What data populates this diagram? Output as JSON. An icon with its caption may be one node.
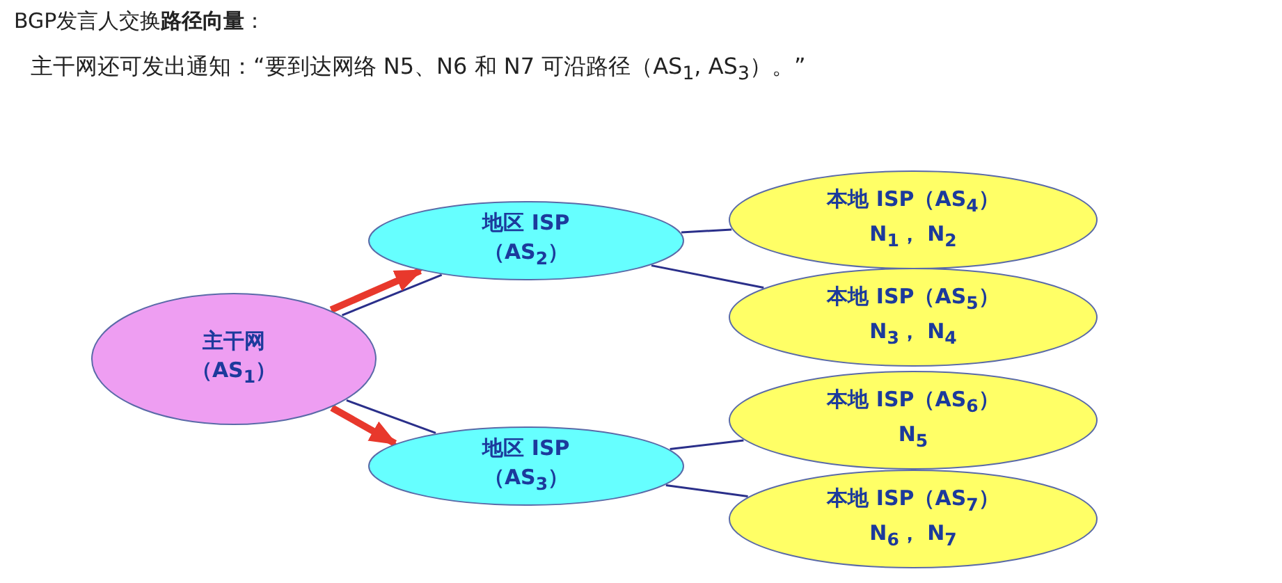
{
  "diagram": {
    "title": "BGP发言人交换**路径向量**：",
    "nodes": [
      {
        "text": [
          "主干网",
          "（AS$_{1}$）"
        ]
      },
      {
        "text": [
          "地区 ISP",
          "（AS$_{2}$）"
        ]
      },
      {
        "text": [
          "地区 ISP",
          "（AS$_{3}$）"
        ]
      },
      {
        "text": [
          "本地 ISP（AS$_{4}$）",
          "N$_{1}$， N$_{2}$"
        ]
      },
      {
        "text": [
          "本地 ISP（AS$_{5}$）",
          "N$_{3}$， N$_{4}$"
        ]
      },
      {
        "text": [
          "本地 ISP（AS$_{6}$）",
          "N$_{5}$"
        ]
      },
      {
        "text": [
          "本地 ISP（AS$_{7}$）",
          "N$_{6}$， N$_{7}$"
        ]
      }
    ],
    "edges": [
      {
        "from": 0,
        "to": 1,
        "arrow": "none"
      },
      {
        "from": 0,
        "to": 2,
        "arrow": "none"
      },
      {
        "from": 1,
        "to": 3,
        "arrow": "none"
      },
      {
        "from": 1,
        "to": 4,
        "arrow": "none"
      },
      {
        "from": 2,
        "to": 5,
        "arrow": "none"
      },
      {
        "from": 2,
        "to": 6,
        "arrow": "none"
      },
      {
        "from": 0,
        "to": 1,
        "arrow": "to",
        "style": "thick",
        "color": "#e8382c"
      },
      {
        "from": 0,
        "to": 2,
        "arrow": "to",
        "style": "thick",
        "color": "#e8382c"
      }
    ],
    "labels": [
      "主干网还可发出通知：“要到达网络 N5、N6 和 N7 可沿路径（AS$_{1}$, AS$_{3}$）。”"
    ]
  }
}
